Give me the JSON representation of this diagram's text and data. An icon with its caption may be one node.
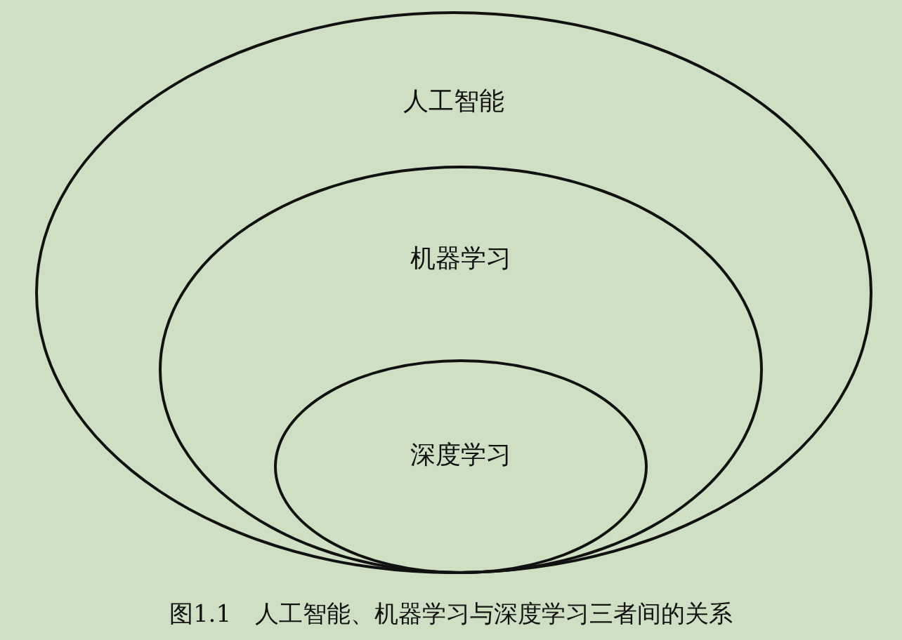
{
  "diagram": {
    "caption": "图1.1　人工智能、机器学习与深度学习三者间的关系",
    "nodes": [
      {
        "text": [
          "人工智能"
        ]
      },
      {
        "text": [
          "机器学习"
        ],
        "in": 0
      },
      {
        "text": [
          "深度学习"
        ],
        "in": 1
      }
    ]
  }
}
